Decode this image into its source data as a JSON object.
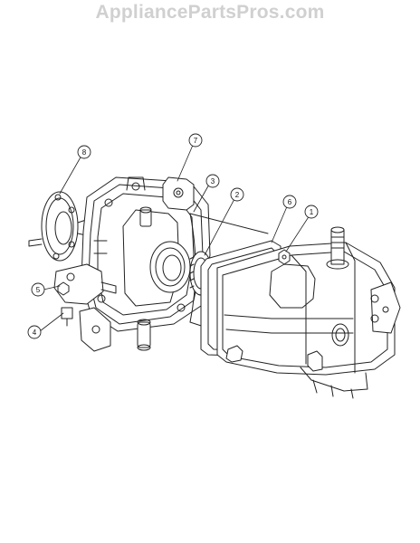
{
  "watermark": "AppliancePartsPros.com",
  "callouts": [
    {
      "id": "8",
      "label": "8"
    },
    {
      "id": "7",
      "label": "7"
    },
    {
      "id": "3",
      "label": "3"
    },
    {
      "id": "2",
      "label": "2"
    },
    {
      "id": "6",
      "label": "6"
    },
    {
      "id": "1",
      "label": "1"
    },
    {
      "id": "5",
      "label": "5"
    },
    {
      "id": "4",
      "label": "4"
    }
  ]
}
